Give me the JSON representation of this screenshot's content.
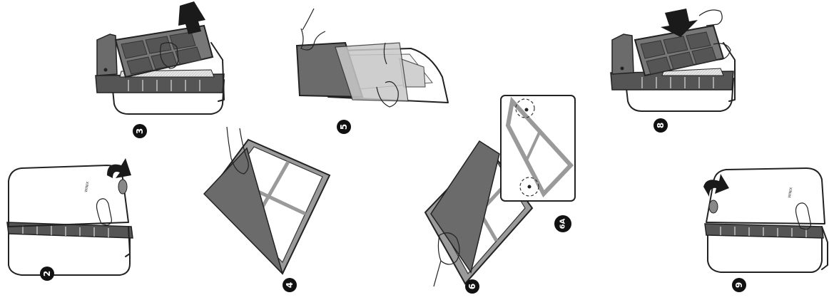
{
  "steps": [
    {
      "label": "2",
      "rotate": -90
    },
    {
      "label": "3",
      "rotate": -90
    },
    {
      "label": "4",
      "rotate": -90
    },
    {
      "label": "5",
      "rotate": -90
    },
    {
      "label": "6",
      "rotate": -90
    },
    {
      "label": "6A",
      "rotate": -90
    },
    {
      "label": "8",
      "rotate": -90
    },
    {
      "label": "9",
      "rotate": -90
    }
  ],
  "brand_mark": "WINIX",
  "colors": {
    "ink": "#222222",
    "filter_dark": "#6b6b6b",
    "filter_mid": "#8c8c8c",
    "frame_gray": "#9a9a9a",
    "base_white": "#ffffff",
    "arrow": "#1a1a1a"
  }
}
